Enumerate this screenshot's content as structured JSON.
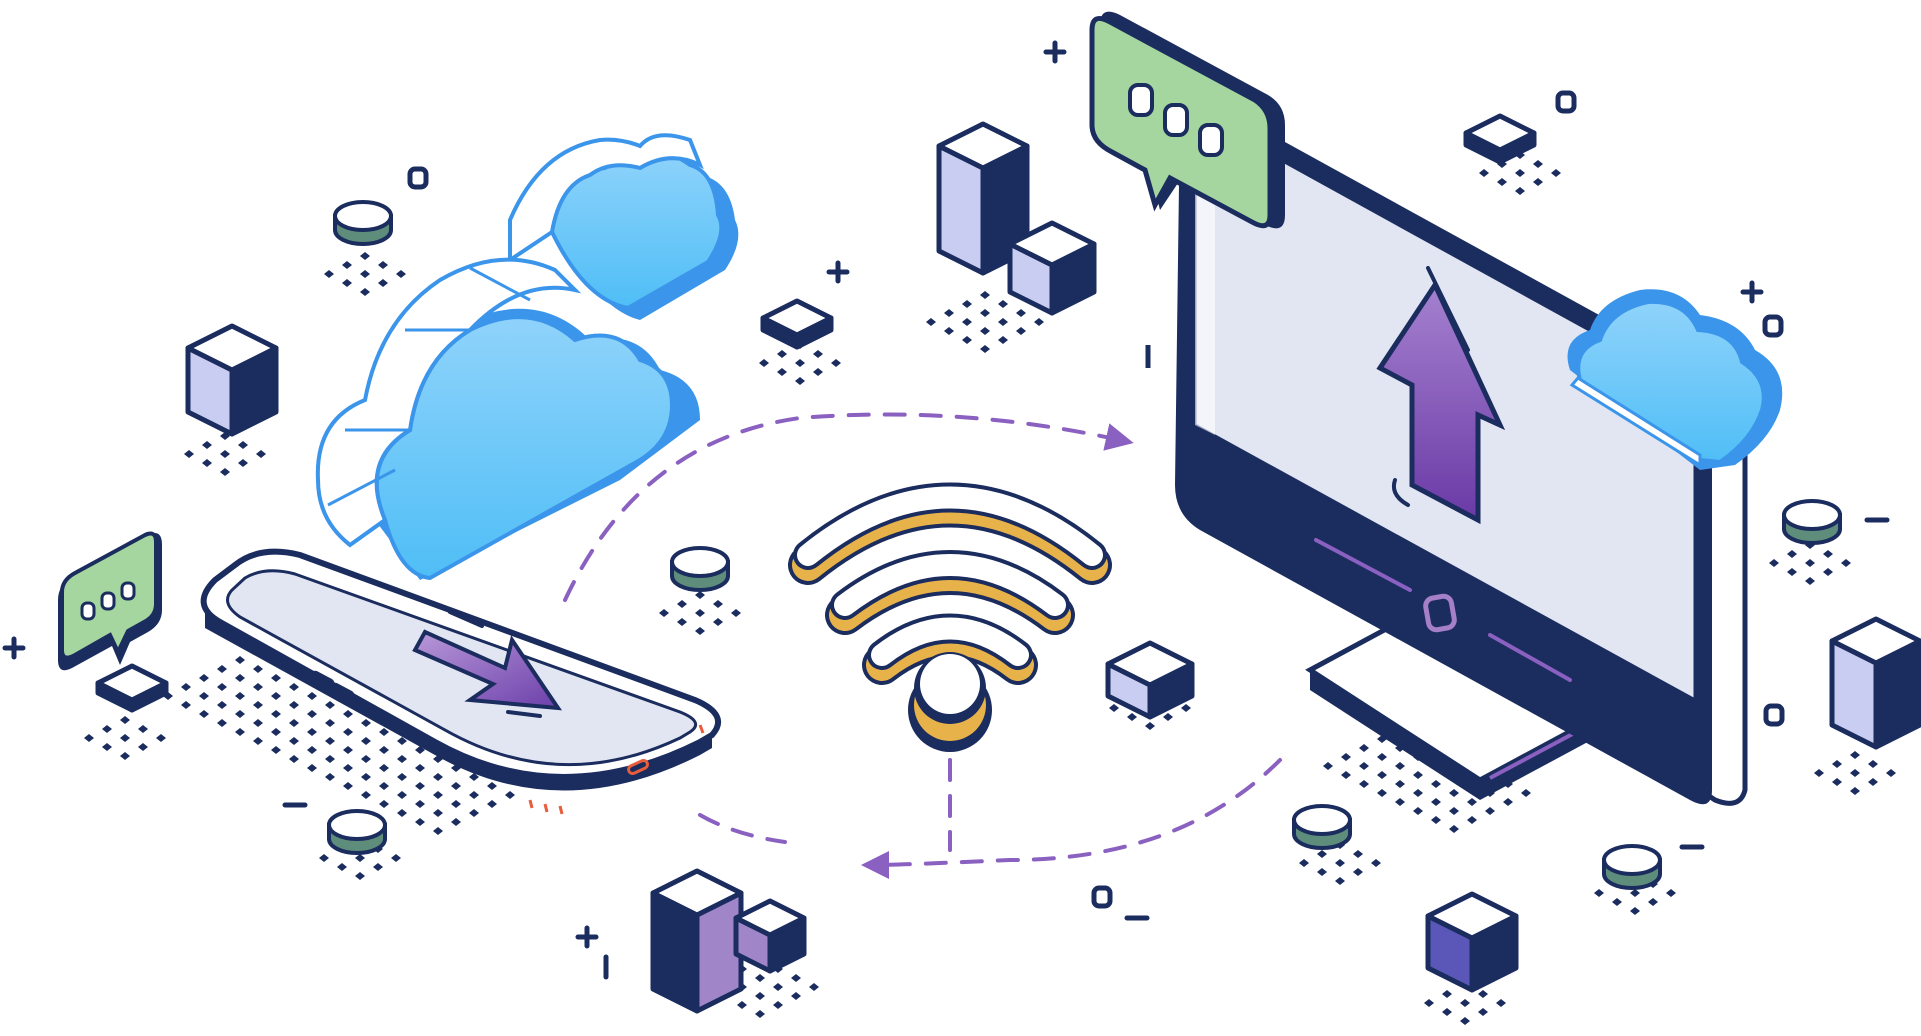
{
  "palette": {
    "navy": "#1b2c5e",
    "screen": "#e1e6f2",
    "lavender": "#c9cdf2",
    "purple": "#7d4ab3",
    "purple_light": "#a57fc7",
    "wifi_gold": "#e8b24a",
    "cloud_blue": "#68c9f7",
    "cloud_outline": "#3b95ea",
    "chat_green": "#a5d69f",
    "coin_green": "#5e8d7c",
    "accent_orange": "#e85d3b",
    "white": "#ffffff"
  },
  "illustration": {
    "subject": "file-transfer-between-smartphone-and-desktop-over-wifi-via-cloud",
    "elements": [
      "smartphone-icon",
      "download-arrow-icon",
      "cloud-icon",
      "desktop-monitor-icon",
      "upload-arrow-icon",
      "wifi-icon",
      "chat-bubble-icon",
      "transfer-loop-arrows"
    ]
  },
  "symbols": {
    "plus": "+",
    "minus": "–",
    "ring": "o",
    "bar": "|"
  }
}
